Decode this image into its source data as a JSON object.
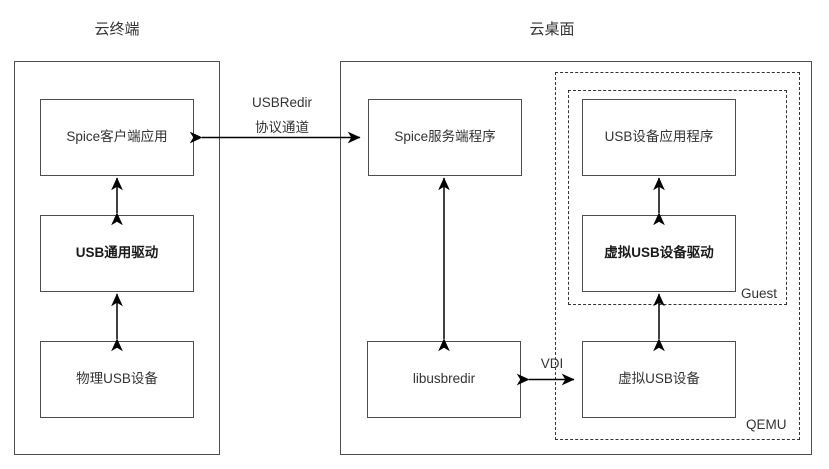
{
  "diagram": {
    "sections": [
      {
        "id": "client",
        "title": "云终端"
      },
      {
        "id": "desktop",
        "title": "云桌面"
      }
    ],
    "client_nodes": [
      {
        "id": "spice-client-app",
        "label": "Spice客户端应用",
        "bold": false
      },
      {
        "id": "usb-generic-driver",
        "label": "USB通用驱动",
        "bold": true
      },
      {
        "id": "physical-usb-device",
        "label": "物理USB设备",
        "bold": false
      }
    ],
    "desktop_nodes": [
      {
        "id": "spice-server-program",
        "label": "Spice服务端程序",
        "bold": false
      },
      {
        "id": "libusbredir",
        "label": "libusbredir",
        "bold": false
      }
    ],
    "guest_nodes": [
      {
        "id": "usb-device-app",
        "label": "USB设备应用程序",
        "bold": false
      },
      {
        "id": "virtual-usb-device-driver",
        "label": "虚拟USB设备驱动",
        "bold": true
      }
    ],
    "qemu_nodes": [
      {
        "id": "virtual-usb-device",
        "label": "虚拟USB设备",
        "bold": false
      }
    ],
    "group_labels": {
      "guest": "Guest",
      "qemu": "QEMU"
    },
    "edge_labels": {
      "usbredir_line1": "USBRedir",
      "usbredir_line2": "协议通道",
      "vdi": "VDI"
    },
    "colors": {
      "stroke": "#4d4d4d",
      "dashed_stroke": "#333333",
      "text": "#333333",
      "background": "#ffffff"
    }
  }
}
